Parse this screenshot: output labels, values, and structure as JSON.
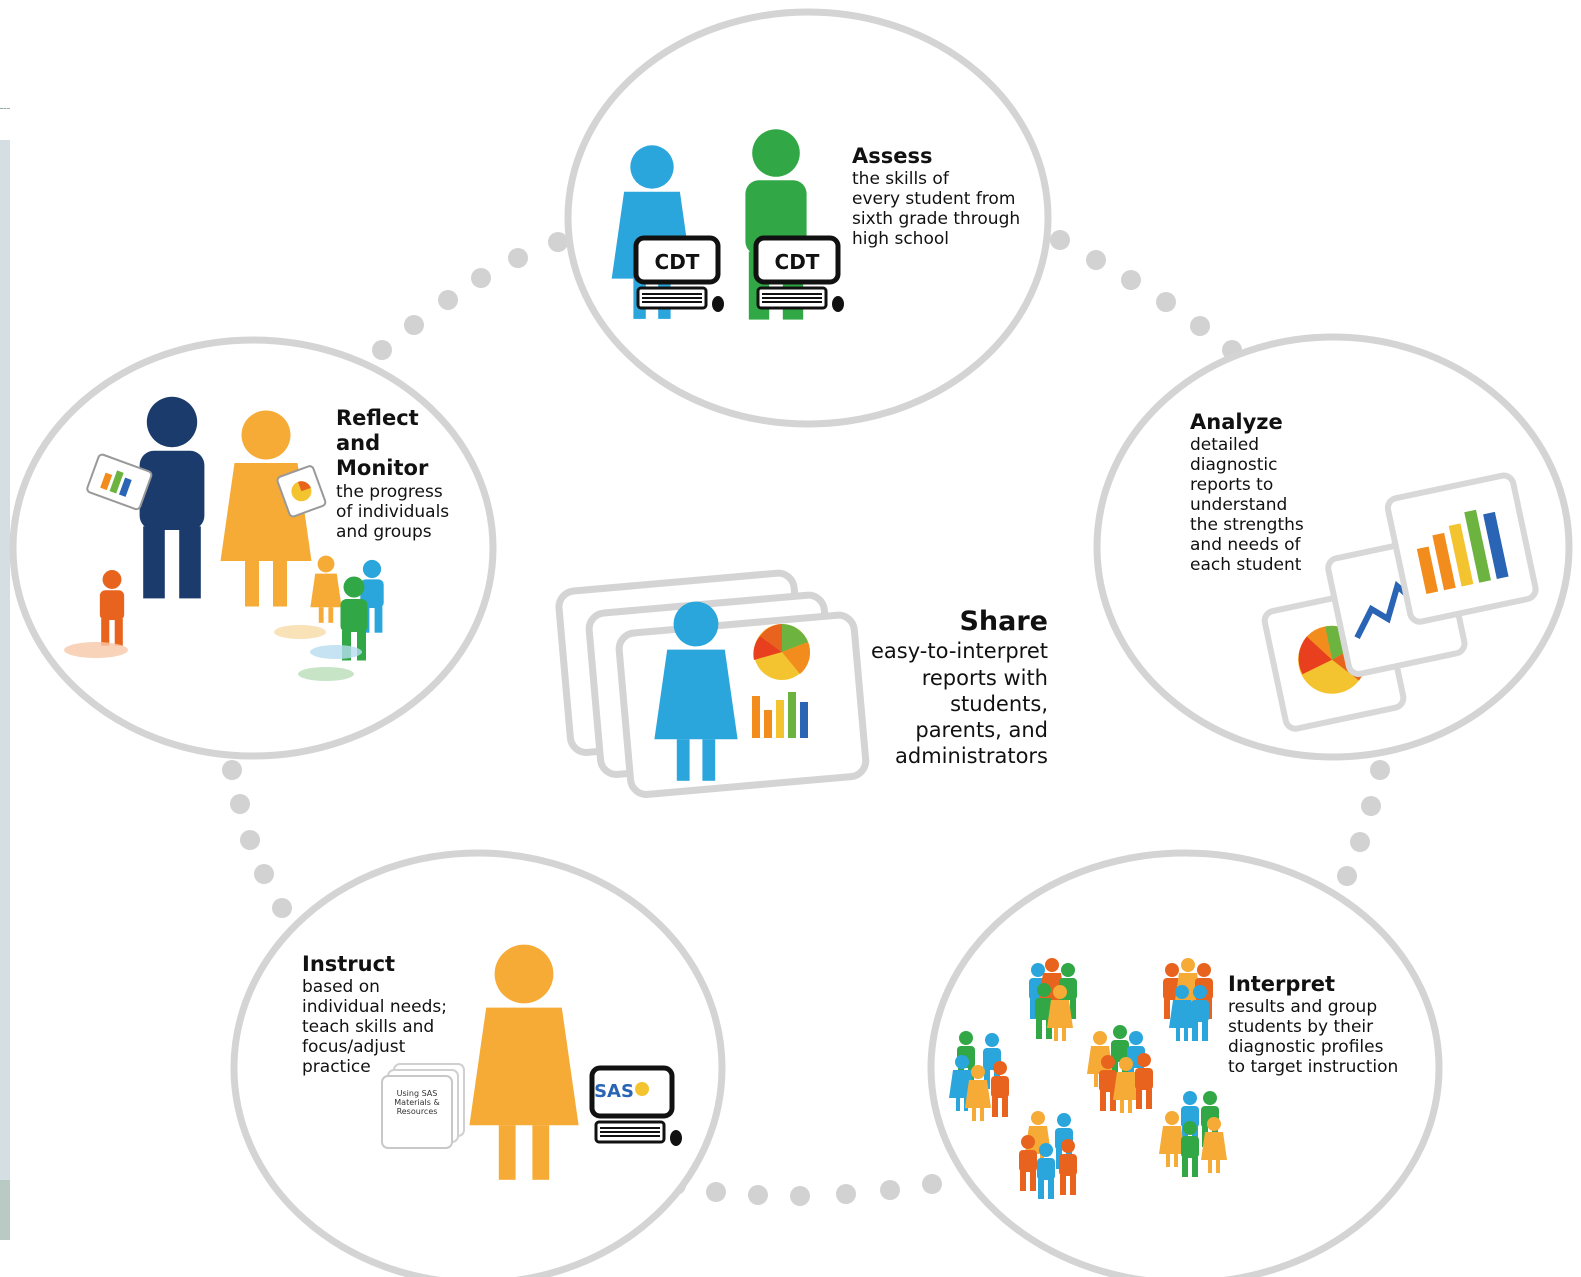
{
  "colors": {
    "circle_stroke": "#d4d4d4",
    "dots": "#d2d2d2",
    "blue": "#2aa6dc",
    "green": "#31a845",
    "orange": "#f6ab36",
    "navy": "#1c3b6d",
    "red_orange": "#e8641e",
    "bar_orange": "#f28c1c",
    "bar_yellow": "#f4c430",
    "bar_green": "#6db33f",
    "bar_blue": "#2a64b4"
  },
  "steps": {
    "assess": {
      "title": "Assess",
      "lines": [
        "the skills of",
        "every student from",
        "sixth grade through",
        "high school"
      ],
      "computer_label_1": "CDT",
      "computer_label_2": "CDT"
    },
    "analyze": {
      "title": "Analyze",
      "lines": [
        "detailed",
        "diagnostic",
        "reports to",
        "understand",
        "the strengths",
        "and needs of",
        "each student"
      ]
    },
    "interpret": {
      "title": "Interpret",
      "lines": [
        "results and group",
        "students by their",
        "diagnostic profiles",
        "to target instruction"
      ]
    },
    "instruct": {
      "title": "Instruct",
      "lines": [
        "based on",
        "individual needs;",
        "teach skills and",
        "focus/adjust",
        "practice"
      ],
      "book_lines": [
        "Using SAS",
        "Materials &",
        "Resources"
      ],
      "computer_label": "SAS"
    },
    "reflect": {
      "title_lines": [
        "Reflect",
        "and",
        "Monitor"
      ],
      "lines": [
        "the progress",
        "of individuals",
        "and groups"
      ]
    },
    "share": {
      "title": "Share",
      "lines": [
        "easy-to-interpret",
        "reports with",
        "students,",
        "parents, and",
        "administrators"
      ]
    }
  }
}
